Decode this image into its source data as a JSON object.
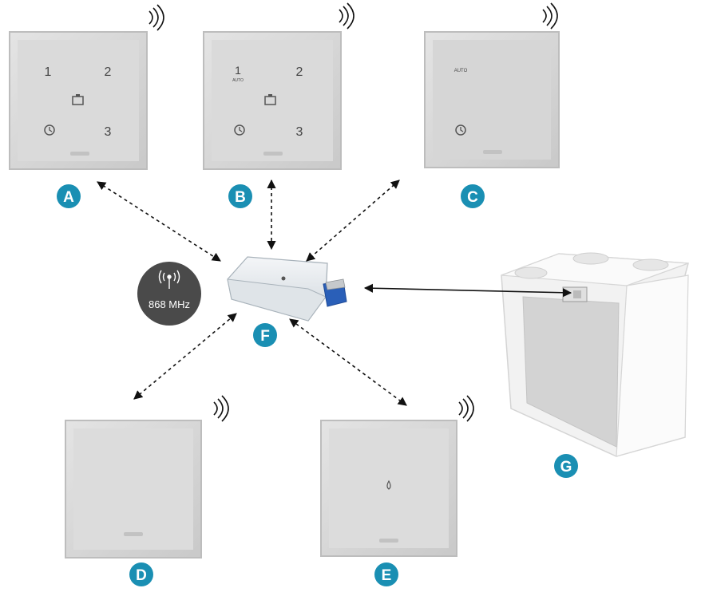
{
  "badges": {
    "a": "A",
    "b": "B",
    "c": "C",
    "d": "D",
    "e": "E",
    "f": "F",
    "g": "G"
  },
  "remote_a": {
    "btn1": "1",
    "btn2": "2",
    "btn3": "3"
  },
  "remote_b": {
    "btn1": "1",
    "auto": "AUTO",
    "btn2": "2",
    "btn3": "3"
  },
  "remote_c": {
    "auto": "AUTO"
  },
  "frequency": "868 MHz",
  "colors": {
    "badge": "#1a8fb3",
    "badge_text": "#ffffff",
    "panel": "#d9d9d9",
    "dark_circle": "#4a4a4a",
    "usb_blue": "#2a5fb8",
    "arrow": "#111111"
  },
  "icons": [
    "wifi-signal-icon",
    "schedule-clock-icon",
    "away-icon",
    "antenna-icon",
    "usb-plug-icon"
  ]
}
